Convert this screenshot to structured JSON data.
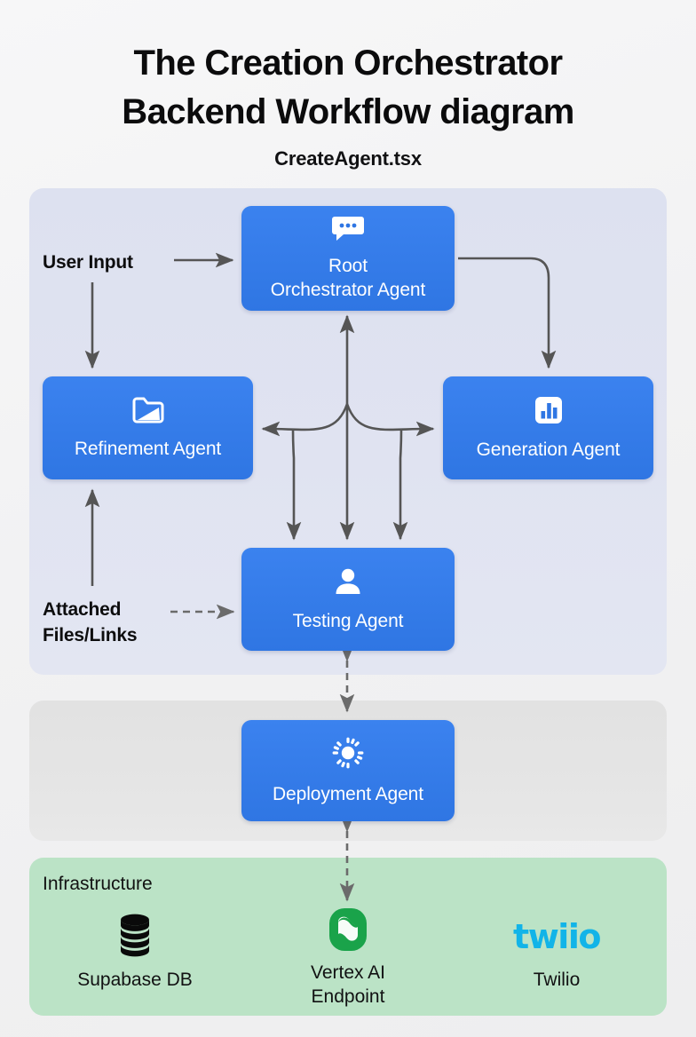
{
  "header": {
    "title_line1": "The Creation Orchestrator",
    "title_line2": "Backend Workflow diagram",
    "subtitle": "CreateAgent.tsx"
  },
  "colors": {
    "page_background": "#f2f2f3",
    "agent_panel": "#e0e3f1",
    "deployment_panel": "#e5e5e5",
    "infrastructure_panel": "#bbe3c6",
    "node_blue": "#2f76e3",
    "node_text": "#ffffff",
    "connector": "#555555",
    "vertex_green": "#1aa34a",
    "twilio_blue": "#12b4e8",
    "supabase_black": "#0a0a0a"
  },
  "diagram": {
    "type": "workflow",
    "panels": [
      {
        "id": "agents",
        "label": ""
      },
      {
        "id": "deployment",
        "label": ""
      },
      {
        "id": "infrastructure",
        "label": "Infrastructure"
      }
    ],
    "external_inputs": [
      {
        "id": "user-input",
        "label": "User Input",
        "lines": [
          "User Input"
        ]
      },
      {
        "id": "attached-files",
        "label": "Attached Files/Links",
        "lines": [
          "Attached",
          "Files/Links"
        ]
      }
    ],
    "nodes": [
      {
        "id": "root-orchestrator",
        "label": "Root Orchestrator Agent",
        "lines": [
          "Root",
          "Orchestrator Agent"
        ],
        "icon": "chat-bubble-icon",
        "panel": "agents"
      },
      {
        "id": "refinement-agent",
        "label": "Refinement Agent",
        "lines": [
          "Refinement Agent"
        ],
        "icon": "folder-icon",
        "panel": "agents"
      },
      {
        "id": "generation-agent",
        "label": "Generation Agent",
        "lines": [
          "Generation Agent"
        ],
        "icon": "bar-chart-icon",
        "panel": "agents"
      },
      {
        "id": "testing-agent",
        "label": "Testing Agent",
        "lines": [
          "Testing Agent"
        ],
        "icon": "user-icon",
        "panel": "agents"
      },
      {
        "id": "deployment-agent",
        "label": "Deployment Agent",
        "lines": [
          "Deployment Agent"
        ],
        "icon": "sun-burst-icon",
        "panel": "deployment"
      }
    ],
    "infrastructure_items": [
      {
        "id": "supabase-db",
        "label": "Supabase DB",
        "lines": [
          "Supabase DB"
        ],
        "icon": "database-icon"
      },
      {
        "id": "vertex-ai-endpoint",
        "label": "Vertex AI Endpoint",
        "lines": [
          "Vertex AI",
          "Endpoint"
        ],
        "icon": "vertex-ai-logo"
      },
      {
        "id": "twilio",
        "label": "Twilio",
        "lines": [
          "Twilio"
        ],
        "icon": "twilio-logo",
        "wordmark": "twiio"
      }
    ],
    "edges": [
      {
        "from": "user-input",
        "to": "root-orchestrator",
        "style": "solid",
        "direction": "one-way"
      },
      {
        "from": "user-input",
        "to": "refinement-agent",
        "style": "solid",
        "direction": "one-way"
      },
      {
        "from": "root-orchestrator",
        "to": "generation-agent",
        "style": "solid",
        "direction": "one-way"
      },
      {
        "from": "attached-files",
        "to": "refinement-agent",
        "style": "solid",
        "direction": "one-way"
      },
      {
        "from": "attached-files",
        "to": "testing-agent",
        "style": "dashed",
        "direction": "one-way"
      },
      {
        "from": "hub",
        "to": "root-orchestrator",
        "style": "solid",
        "direction": "one-way"
      },
      {
        "from": "hub",
        "to": "refinement-agent",
        "style": "solid",
        "direction": "one-way"
      },
      {
        "from": "hub",
        "to": "generation-agent",
        "style": "solid",
        "direction": "one-way"
      },
      {
        "from": "hub",
        "to": "testing-agent",
        "style": "solid",
        "direction": "one-way"
      },
      {
        "from": "testing-agent",
        "to": "deployment-agent",
        "style": "dashed",
        "direction": "two-way"
      },
      {
        "from": "deployment-agent",
        "to": "vertex-ai-endpoint",
        "style": "dashed",
        "direction": "two-way"
      }
    ]
  }
}
